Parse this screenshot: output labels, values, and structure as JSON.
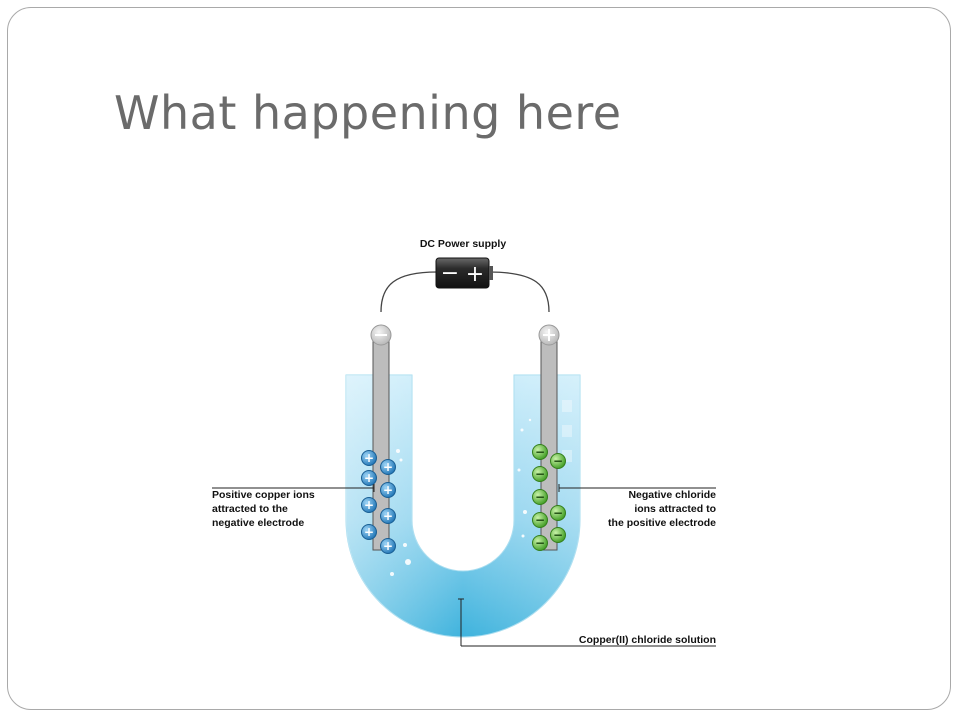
{
  "slide": {
    "title": "What happening here"
  },
  "diagram": {
    "power_label": "DC Power supply",
    "battery_minus": "−",
    "battery_plus": "+",
    "left_caption": [
      "Positive copper ions",
      "attracted to the",
      "negative electrode"
    ],
    "right_caption": [
      "Negative chloride",
      "ions attracted to",
      "the positive electrode"
    ],
    "solution_caption": "Copper(II) chloride solution",
    "cation_symbol": "+",
    "anion_symbol": "−",
    "colors": {
      "solution": "#8fd3ee",
      "solution_dark": "#3fb3dd",
      "electrode": "#bdbdbd",
      "cation": "#2a86c8",
      "anion": "#5cc33a",
      "battery": "#2b2b2b"
    }
  }
}
